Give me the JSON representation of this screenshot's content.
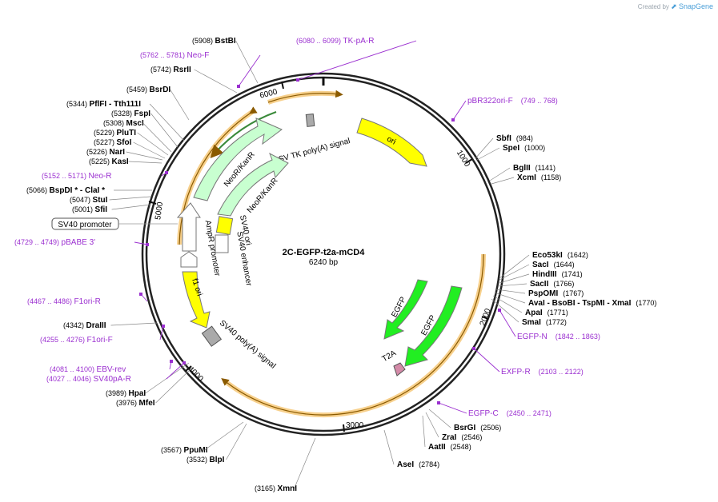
{
  "credit": {
    "prefix": "Created by",
    "brand": "SnapGene"
  },
  "plasmid": {
    "name": "2C-EGFP-t2a-mCD4",
    "length_label": "6240 bp"
  },
  "colors": {
    "primer": "#9b30d0",
    "enzyme": "#000000",
    "backbone": "#222222"
  },
  "ring_ticks": [
    "1000",
    "2000",
    "3000",
    "4000",
    "5000",
    "6000"
  ],
  "enzymes": [
    {
      "name": "BstBI",
      "pos": "(5908)"
    },
    {
      "name": "RsrII",
      "pos": "(5742)"
    },
    {
      "name": "BsrDI",
      "pos": "(5459)"
    },
    {
      "name": "PflFI - Tth111I",
      "pos": "(5344)"
    },
    {
      "name": "FspI",
      "pos": "(5328)"
    },
    {
      "name": "MscI",
      "pos": "(5308)"
    },
    {
      "name": "PluTI",
      "pos": "(5229)"
    },
    {
      "name": "SfoI",
      "pos": "(5227)"
    },
    {
      "name": "NarI",
      "pos": "(5226)"
    },
    {
      "name": "KasI",
      "pos": "(5225)"
    },
    {
      "name": "BspDI * - ClaI *",
      "pos": "(5066)"
    },
    {
      "name": "StuI",
      "pos": "(5047)"
    },
    {
      "name": "SfiI",
      "pos": "(5001)"
    },
    {
      "name": "DraIII",
      "pos": "(4342)"
    },
    {
      "name": "HpaI",
      "pos": "(3989)"
    },
    {
      "name": "MfeI",
      "pos": "(3976)"
    },
    {
      "name": "PpuMI",
      "pos": "(3567)"
    },
    {
      "name": "BlpI",
      "pos": "(3532)"
    },
    {
      "name": "XmnI",
      "pos": "(3165)"
    },
    {
      "name": "SbfI",
      "pos": "(984)"
    },
    {
      "name": "SpeI",
      "pos": "(1000)"
    },
    {
      "name": "BglII",
      "pos": "(1141)"
    },
    {
      "name": "XcmI",
      "pos": "(1158)"
    },
    {
      "name": "Eco53kI",
      "pos": "(1642)"
    },
    {
      "name": "SacI",
      "pos": "(1644)"
    },
    {
      "name": "HindIII",
      "pos": "(1741)"
    },
    {
      "name": "SacII",
      "pos": "(1766)"
    },
    {
      "name": "PspOMI",
      "pos": "(1767)"
    },
    {
      "name": "AvaI - BsoBI - TspMI - XmaI",
      "pos": "(1770)"
    },
    {
      "name": "ApaI",
      "pos": "(1771)"
    },
    {
      "name": "SmaI",
      "pos": "(1772)"
    },
    {
      "name": "BsrGI",
      "pos": "(2506)"
    },
    {
      "name": "ZraI",
      "pos": "(2546)"
    },
    {
      "name": "AatII",
      "pos": "(2548)"
    },
    {
      "name": "AseI",
      "pos": "(2784)"
    }
  ],
  "primers": [
    {
      "name": "TK-pA-R",
      "range": "(6080 .. 6099)"
    },
    {
      "name": "Neo-F",
      "range": "(5762 .. 5781)"
    },
    {
      "name": "Neo-R",
      "range": "(5152 .. 5171)"
    },
    {
      "name": "pBABE 3'",
      "range": "(4729 .. 4749)"
    },
    {
      "name": "F1ori-R",
      "range": "(4467 .. 4486)"
    },
    {
      "name": "F1ori-F",
      "range": "(4255 .. 4276)"
    },
    {
      "name": "EBV-rev",
      "range": "(4081 .. 4100)"
    },
    {
      "name": "SV40pA-R",
      "range": "(4027 .. 4046)"
    },
    {
      "name": "pBR322ori-F",
      "range": "(749 .. 768)"
    },
    {
      "name": "EGFP-N",
      "range": "(1842 .. 1863)"
    },
    {
      "name": "EXFP-R",
      "range": "(2103 .. 2122)"
    },
    {
      "name": "EGFP-C",
      "range": "(2450 .. 2471)"
    }
  ],
  "features": [
    {
      "name": "ori",
      "color": "#ffff00"
    },
    {
      "name": "HSV TK poly(A) signal",
      "color": "#aaaaaa"
    },
    {
      "name": "NeoR/KanR",
      "color": "#c8ffd0"
    },
    {
      "name": "NeoR/KanR",
      "color": "#c8ffd0"
    },
    {
      "name": "SV40 ori",
      "color": "#ffff00"
    },
    {
      "name": "SV40 enhancer",
      "color": "#ffffff"
    },
    {
      "name": "AmpR promoter",
      "color": "#ffffff"
    },
    {
      "name": "f1 ori",
      "color": "#ffff00"
    },
    {
      "name": "SV40 poly(A) signal",
      "color": "#aaaaaa"
    },
    {
      "name": "EGFP",
      "color": "#22ee22"
    },
    {
      "name": "EGFP",
      "color": "#22ee22"
    },
    {
      "name": "T2A",
      "color": "#d48aa8"
    },
    {
      "name": "SV40 promoter",
      "color": "#ffffff"
    }
  ]
}
